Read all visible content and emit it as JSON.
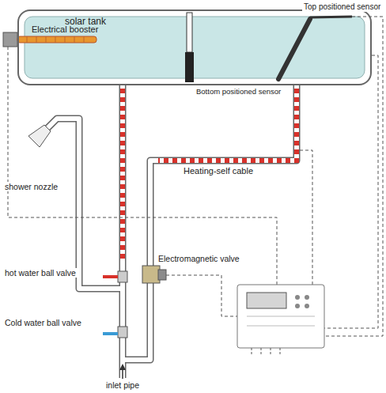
{
  "diagram": {
    "nodes": [
      {
        "text": [
          "solar tank"
        ]
      }
    ],
    "labels": [
      "Top positioned sensor",
      "Electrical booster",
      "Bottom positioned sensor",
      "Heating-self cable",
      "shower nozzle",
      "hot water ball valve",
      "Electromagnetic valve",
      "Cold water ball valve",
      "inlet pipe"
    ]
  }
}
